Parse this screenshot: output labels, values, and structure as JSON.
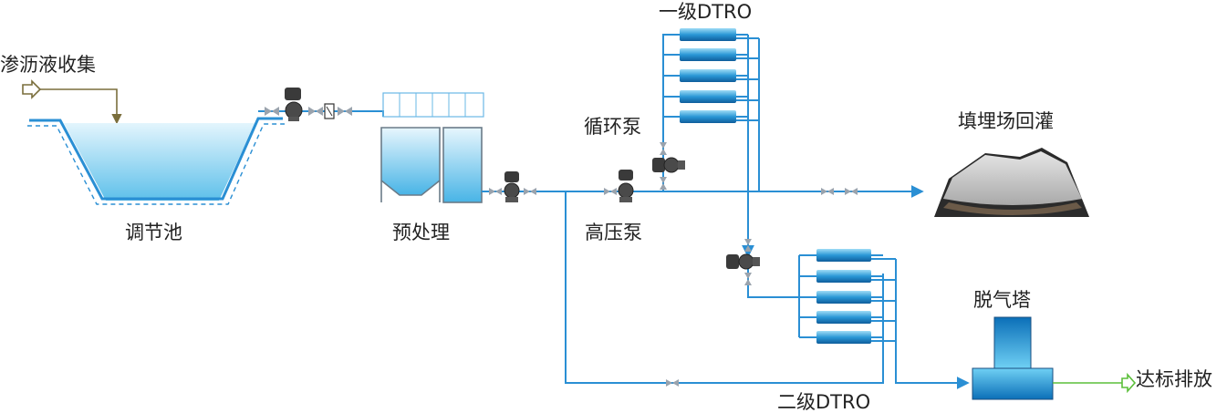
{
  "labels": {
    "leachate_collection": "渗沥液收集",
    "equalization_tank": "调节池",
    "pretreatment": "预处理",
    "high_pressure_pump": "高压泵",
    "circulation_pump": "循环泵",
    "dtro_stage1": "一级DTRO",
    "dtro_stage2": "二级DTRO",
    "landfill_recharge": "填埋场回灌",
    "degassing_tower": "脱气塔",
    "discharge": "达标排放"
  },
  "colors": {
    "pipe": "#2a8fd4",
    "water": "#5ec0ea",
    "inlet_line": "#7a6e3c",
    "outlet_line": "#5bbf3a"
  },
  "icons": [
    "inlet-arrow-icon",
    "pump-icon",
    "valve-icon",
    "filter-icon",
    "membrane-module-icon",
    "landfill-mound-icon",
    "degassing-tower-icon",
    "outlet-arrow-icon"
  ]
}
